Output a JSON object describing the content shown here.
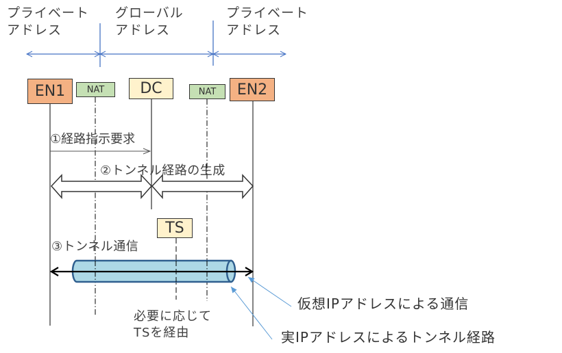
{
  "zones": [
    {
      "line1": "プライベート",
      "line2": "アドレス"
    },
    {
      "line1": "グローバル",
      "line2": "アドレス"
    },
    {
      "line1": "プライベート",
      "line2": "アドレス"
    }
  ],
  "nodes": {
    "en1": "EN1",
    "nat1": "NAT",
    "dc": "DC",
    "nat2": "NAT",
    "en2": "EN2",
    "ts": "TS"
  },
  "steps": {
    "step1": "①経路指示要求",
    "step2": "②トンネル経路の生成",
    "step3": "③トンネル通信"
  },
  "notes": {
    "ts_note_line1": "必要に応じて",
    "ts_note_line2": "TSを経由",
    "virtual_ip": "仮想IPアドレスによる通信",
    "real_ip": "実IPアドレスによるトンネル経路"
  },
  "colors": {
    "en_fill": "#f4b183",
    "nat_fill": "#c5e0b4",
    "dc_fill": "#fff2cc",
    "zone_line": "#4472c4",
    "tube_fill": "#add8e6",
    "tube_stroke": "#2f5f8f",
    "callout": "#5b9bd5"
  }
}
